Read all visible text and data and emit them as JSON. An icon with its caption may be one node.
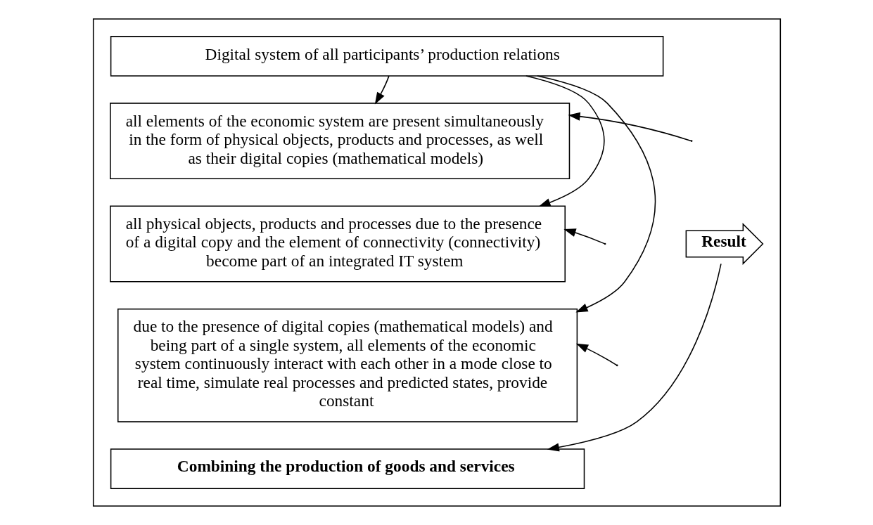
{
  "diagram": {
    "nodes": [
      {
        "text": [],
        "shape": "box"
      },
      {
        "text": [
          "Digital system of all participants’ production relations"
        ],
        "in": 0
      },
      {
        "text": [
          "all elements of the economic system are present simultaneously in the form of physical objects, products and processes, as well as their digital copies (mathematical models)"
        ],
        "in": 0
      },
      {
        "text": [
          "all physical objects, products and processes due to the presence of a digital copy and the element of connectivity (connectivity) become part of an integrated IT system"
        ],
        "in": 0
      },
      {
        "text": [
          "due to the presence of digital copies (mathematical models) and being part of a single system, all elements of the economic system continuously interact with each other in a mode close to real time, simulate real processes and predicted states, provide constant"
        ],
        "in": 0
      },
      {
        "text": [
          "Result"
        ],
        "in": 0
      },
      {
        "text": [
          "Combining the production of goods and services"
        ],
        "in": 0
      }
    ],
    "edges": [
      {
        "from": 1,
        "to": 2,
        "arrow": "to"
      },
      {
        "from": 1,
        "to": 3,
        "arrow": "to"
      },
      {
        "from": 1,
        "to": 4,
        "arrow": "to"
      },
      {
        "from": null,
        "to": 2,
        "arrow": "to"
      },
      {
        "from": null,
        "to": 3,
        "arrow": "to"
      },
      {
        "from": null,
        "to": 4,
        "arrow": "to"
      },
      {
        "from": 5,
        "to": 6,
        "arrow": "to"
      }
    ]
  }
}
